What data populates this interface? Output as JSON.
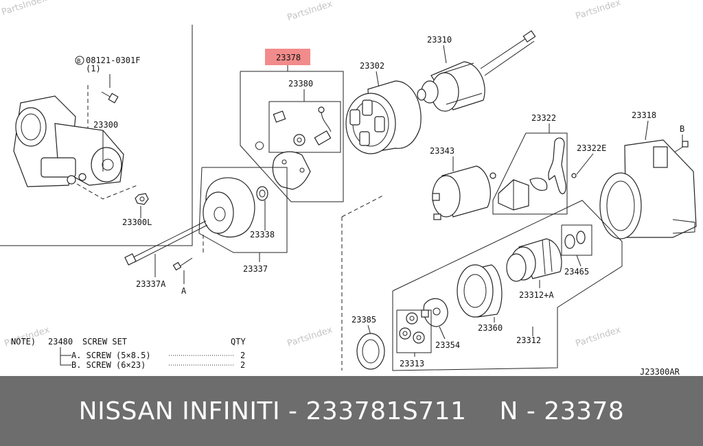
{
  "watermark": "PartsIndex",
  "highlight_color": "#f28b8b",
  "labels": {
    "p23378": "23378",
    "p23310": "23310",
    "p23302": "23302",
    "p23380": "23380",
    "p23300": "23300",
    "p23300L": "23300L",
    "bolt_code": "08121-0301F",
    "bolt_circle": "B",
    "bolt_qty": "(1)",
    "p23322": "23322",
    "p23322E": "23322E",
    "p23318": "23318",
    "p23343": "23343",
    "p23338": "23338",
    "p23337": "23337",
    "p23337A": "23337A",
    "ref_a": "A",
    "ref_b": "B",
    "p23465": "23465",
    "p23312A": "23312+A",
    "p23385": "23385",
    "p23360": "23360",
    "p23354": "23354",
    "p23312": "23312",
    "p23313": "23313",
    "drawing_code": "J23300AR"
  },
  "note": {
    "head": "NOTE)",
    "part": "23480",
    "desc": "SCREW SET",
    "qty_head": "QTY",
    "rows": [
      {
        "label": "A. SCREW (5×8.5)",
        "qty": "2"
      },
      {
        "label": "B. SCREW (6×23)",
        "qty": "2"
      }
    ]
  },
  "footer": {
    "left": "NISSAN INFINITI - 233781S711",
    "right": "N - 23378"
  }
}
